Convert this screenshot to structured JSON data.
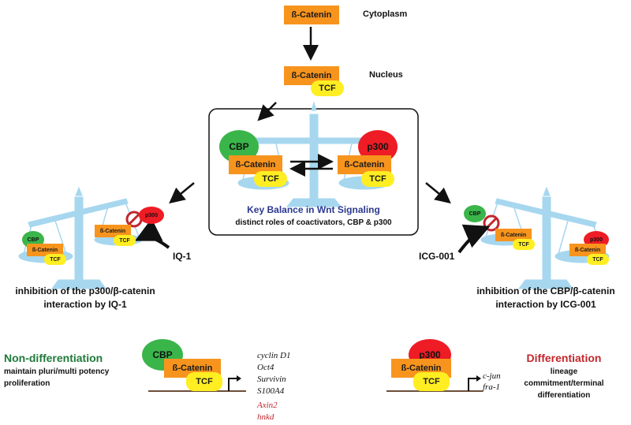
{
  "top": {
    "cyto_catenin": "ß-Catenin",
    "cytoplasm": "Cytoplasm",
    "nuc_catenin": "ß-Catenin",
    "nuc_tcf": "TCF",
    "nucleus": "Nucleus"
  },
  "center": {
    "cbp": "CBP",
    "left_catenin": "ß-Catenin",
    "left_tcf": "TCF",
    "p300": "p300",
    "right_catenin": "ß-Catenin",
    "right_tcf": "TCF",
    "title": "Key Balance in Wnt Signaling",
    "subtitle": "distinct roles of coactivators, CBP & p300"
  },
  "left_scale": {
    "cbp": "CBP",
    "catenin_a": "ß-Catenin",
    "tcf_a": "TCF",
    "p300": "p300",
    "catenin_b": "ß-Catenin",
    "tcf_b": "TCF",
    "inhibitor": "IQ-1",
    "caption_1": "inhibition of the p300/β-catenin",
    "caption_2": "interaction by IQ-1"
  },
  "right_scale": {
    "cbp": "CBP",
    "catenin_a": "ß-Catenin",
    "tcf_a": "TCF",
    "p300": "p300",
    "catenin_b": "ß-Catenin",
    "tcf_b": "TCF",
    "inhibitor": "ICG-001",
    "caption_1": "inhibition of the CBP/β-catenin",
    "caption_2": "interaction by ICG-001"
  },
  "bottom_left": {
    "heading": "Non-differentiation",
    "line1": "maintain pluri/multi potency",
    "line2": "proliferation",
    "cbp": "CBP",
    "catenin": "ß-Catenin",
    "tcf": "TCF",
    "genes": [
      "cyclin D1",
      "Oct4",
      "Survivin",
      "S100A4"
    ],
    "genes_red": [
      "Axin2",
      "hnkd"
    ]
  },
  "bottom_right": {
    "heading": "Differentiation",
    "line1": "lineage",
    "line2": "commitment/terminal",
    "line3": "differentiation",
    "p300": "p300",
    "catenin": "ß-Catenin",
    "tcf": "TCF",
    "genes": [
      "c-jun",
      "fra-1"
    ]
  },
  "colors": {
    "orange": "#f7941d",
    "yellow": "#ffee22",
    "green": "#3ab54a",
    "red": "#ee1c25",
    "scale_blue": "#a6d7ef",
    "title_blue": "#2b3990",
    "heading_green": "#1f7a3a",
    "heading_red": "#c1272d",
    "gene_red": "#c1272d"
  }
}
